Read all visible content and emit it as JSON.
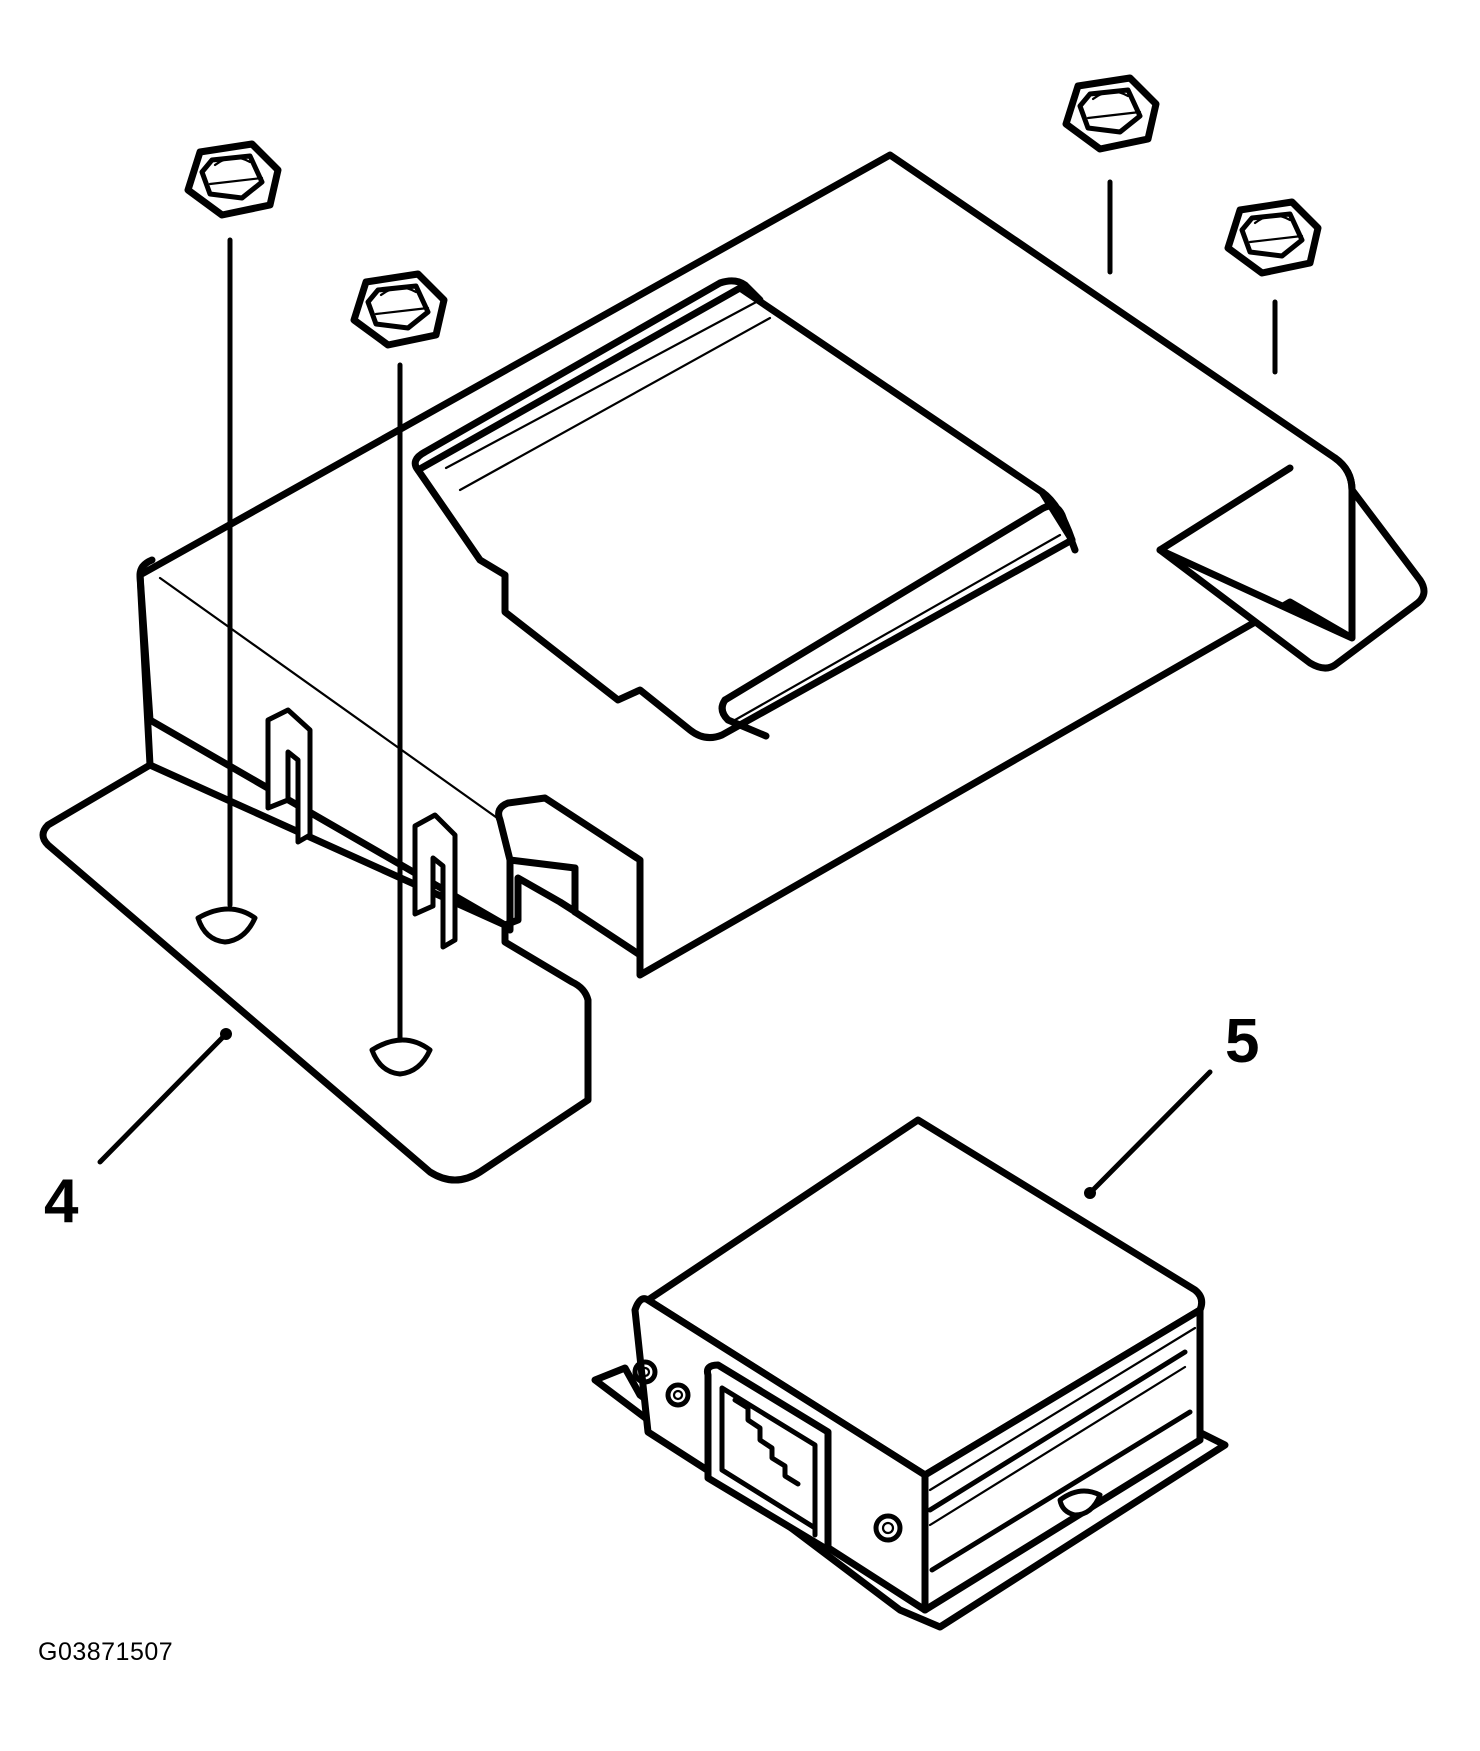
{
  "callouts": {
    "bracket": "4",
    "module": "5"
  },
  "figure_id": "G03871507"
}
